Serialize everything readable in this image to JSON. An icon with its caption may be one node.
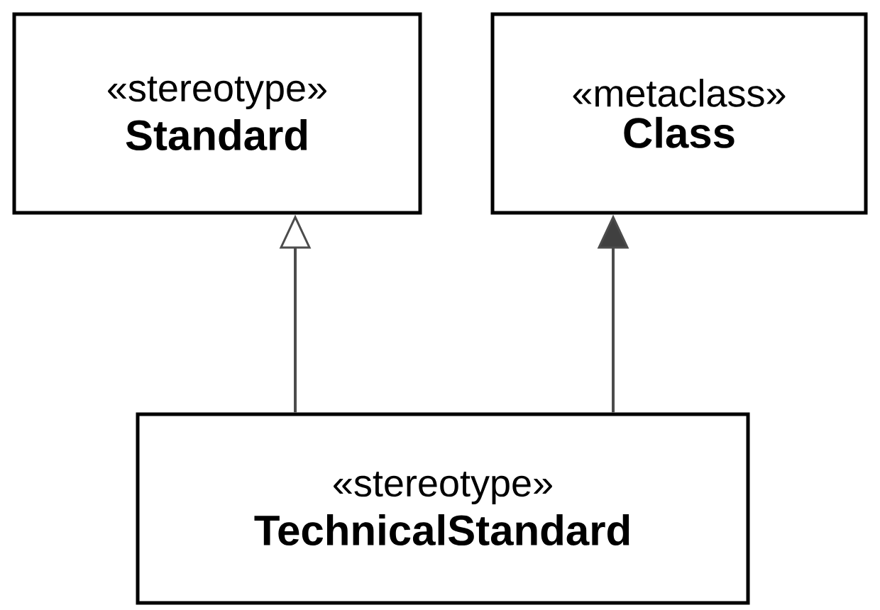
{
  "diagram": {
    "nodes": [
      {
        "text": [
          "«stereotype»",
          "Standard"
        ]
      },
      {
        "text": [
          "«metaclass»",
          "Class"
        ]
      },
      {
        "text": [
          "«stereotype»",
          "TechnicalStandard"
        ]
      }
    ],
    "edges": [
      {
        "from": 2,
        "to": 0,
        "arrow": "to"
      },
      {
        "from": 2,
        "to": 1,
        "arrow": "to"
      }
    ]
  }
}
